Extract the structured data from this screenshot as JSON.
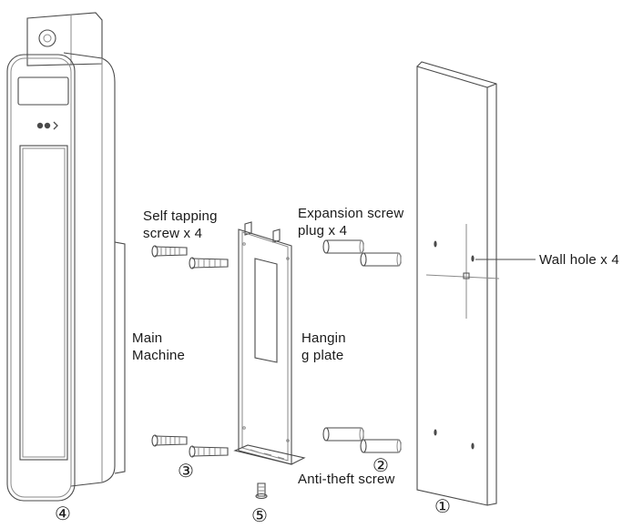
{
  "labels": {
    "self_tapping": "Self tapping\nscrew x 4",
    "expansion": "Expansion screw\nplug x 4",
    "wall_hole": "Wall hole x 4",
    "main_machine": "Main\nMachine",
    "hanging_plate": "Hangin\ng plate",
    "anti_theft": "Anti-theft screw"
  },
  "numbers": {
    "wall": "①",
    "plug": "②",
    "screw": "③",
    "machine": "④",
    "anti_theft": "⑤"
  }
}
